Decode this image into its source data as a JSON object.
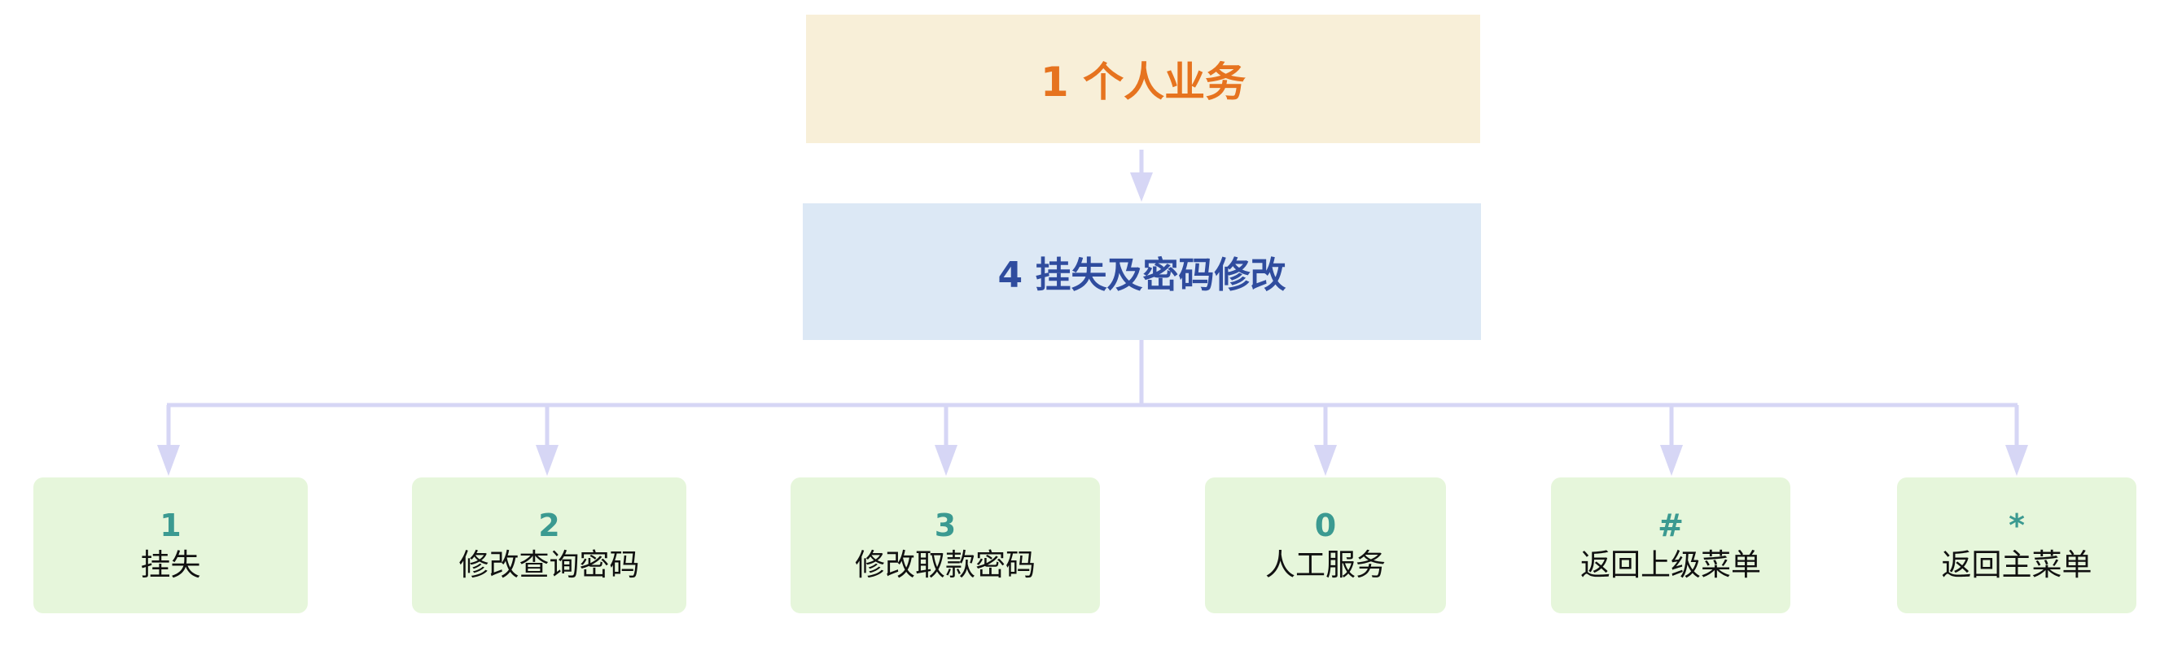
{
  "root": {
    "label": "1 个人业务"
  },
  "level2": {
    "label": "4 挂失及密码修改"
  },
  "options": [
    {
      "key": "1",
      "label": "挂失"
    },
    {
      "key": "2",
      "label": "修改查询密码"
    },
    {
      "key": "3",
      "label": "修改取款密码"
    },
    {
      "key": "0",
      "label": "人工服务"
    },
    {
      "key": "#",
      "label": "返回上级菜单"
    },
    {
      "key": "*",
      "label": "返回主菜单"
    }
  ],
  "colors": {
    "root_bg": "#f8efd8",
    "root_text": "#e6731f",
    "level2_bg": "#dce8f5",
    "level2_text": "#2f4c9e",
    "leaf_bg": "#e6f6db",
    "leaf_key_text": "#3b9a91",
    "connector": "#d6d6f5"
  }
}
